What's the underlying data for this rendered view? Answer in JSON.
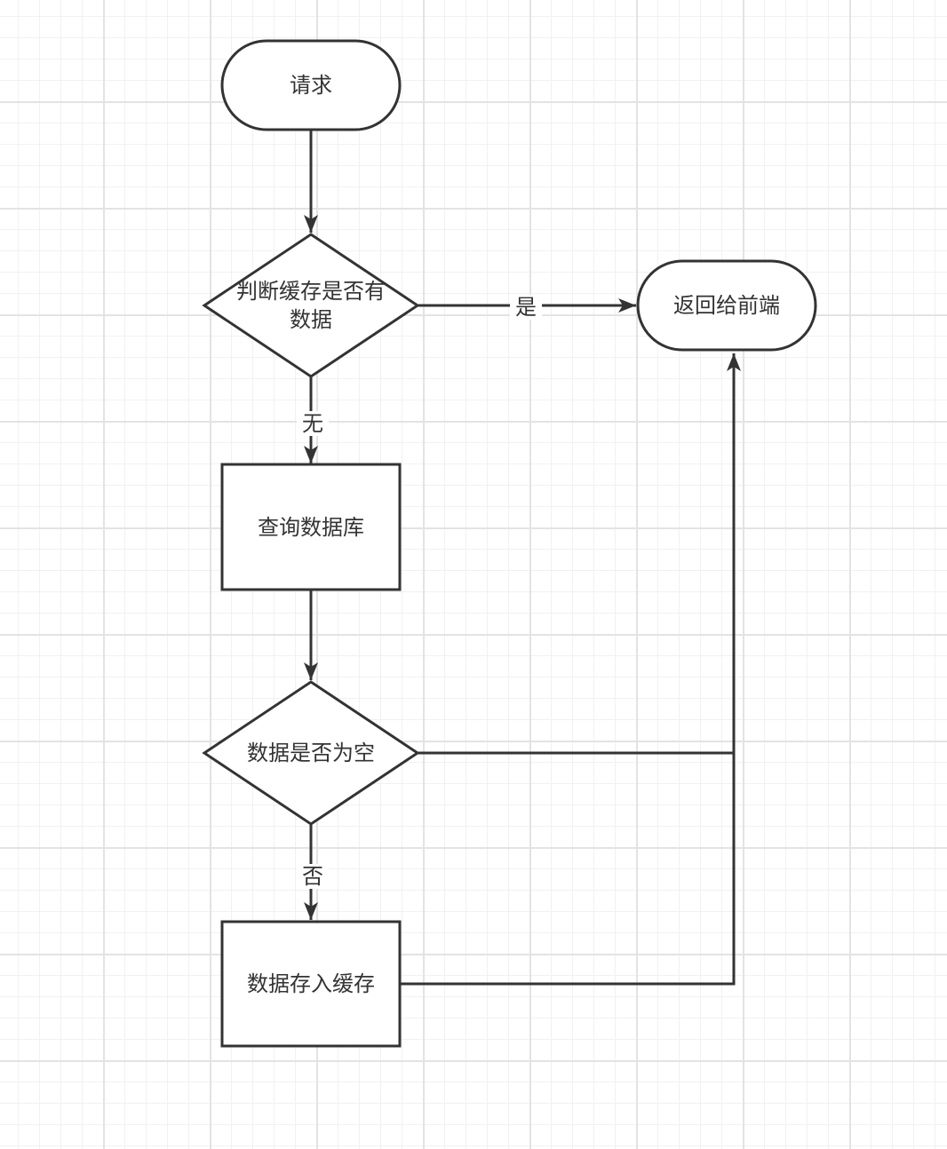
{
  "diagram": {
    "nodes": {
      "request": "请求",
      "check_cache": "判断缓存是否有\n数据",
      "return_frontend": "返回给前端",
      "query_db": "查询数据库",
      "check_empty": "数据是否为空",
      "store_cache": "数据存入缓存"
    },
    "edges": {
      "yes": "是",
      "none": "无",
      "no": "否"
    }
  },
  "colors": {
    "stroke": "#333333",
    "fill": "#ffffff",
    "text": "#333333",
    "grid": "#e3e3e3"
  }
}
